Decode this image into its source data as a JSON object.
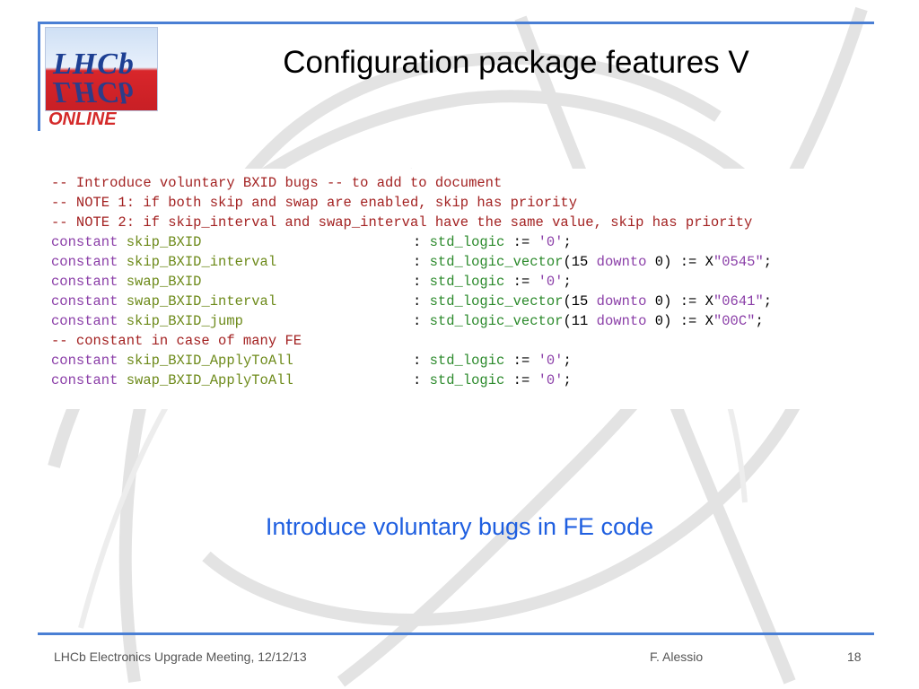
{
  "logo": {
    "text": "LHCb",
    "subtext": "ONLINE",
    "colors": {
      "blue": "#1d3f93",
      "red": "#d42a2a"
    }
  },
  "title": "Configuration package features V",
  "code": {
    "comments": [
      "-- Introduce voluntary BXID bugs -- to add to document",
      "-- NOTE 1: if both skip and swap are enabled, skip has priority",
      "-- NOTE 2: if skip_interval and swap_interval have the same value, skip has priority"
    ],
    "kw_constant": "constant",
    "kw_downto": "downto",
    "type_logic": "std_logic",
    "type_vector": "std_logic_vector",
    "assign": ":=",
    "decls": [
      {
        "name": "skip_BXID",
        "literal": "'0'"
      },
      {
        "name": "skip_BXID_interval",
        "msb": "15",
        "literal_prefix": "X",
        "literal": "\"0545\""
      },
      {
        "name": "swap_BXID",
        "literal": "'0'"
      },
      {
        "name": "swap_BXID_interval",
        "msb": "15",
        "literal_prefix": "X",
        "literal": "\"0641\""
      },
      {
        "name": "skip_BXID_jump",
        "msb": "11",
        "literal_prefix": "X",
        "literal": "\"00C\""
      }
    ],
    "comment_many": "-- constant in case of many FE",
    "decls_all": [
      {
        "name": "skip_BXID_ApplyToAll",
        "literal": "'0'"
      },
      {
        "name": "swap_BXID_ApplyToAll",
        "literal": "'0'"
      }
    ]
  },
  "subtitle": "Introduce voluntary bugs in FE code",
  "footer": {
    "meeting": "LHCb Electronics Upgrade Meeting, 12/12/13",
    "author": "F. Alessio",
    "page": "18"
  },
  "colors": {
    "accent": "#4a7fd4",
    "subtitle": "#1f5fe0",
    "comment": "#a32222",
    "keyword": "#8b3fa8",
    "identifier": "#6d8a1a"
  }
}
